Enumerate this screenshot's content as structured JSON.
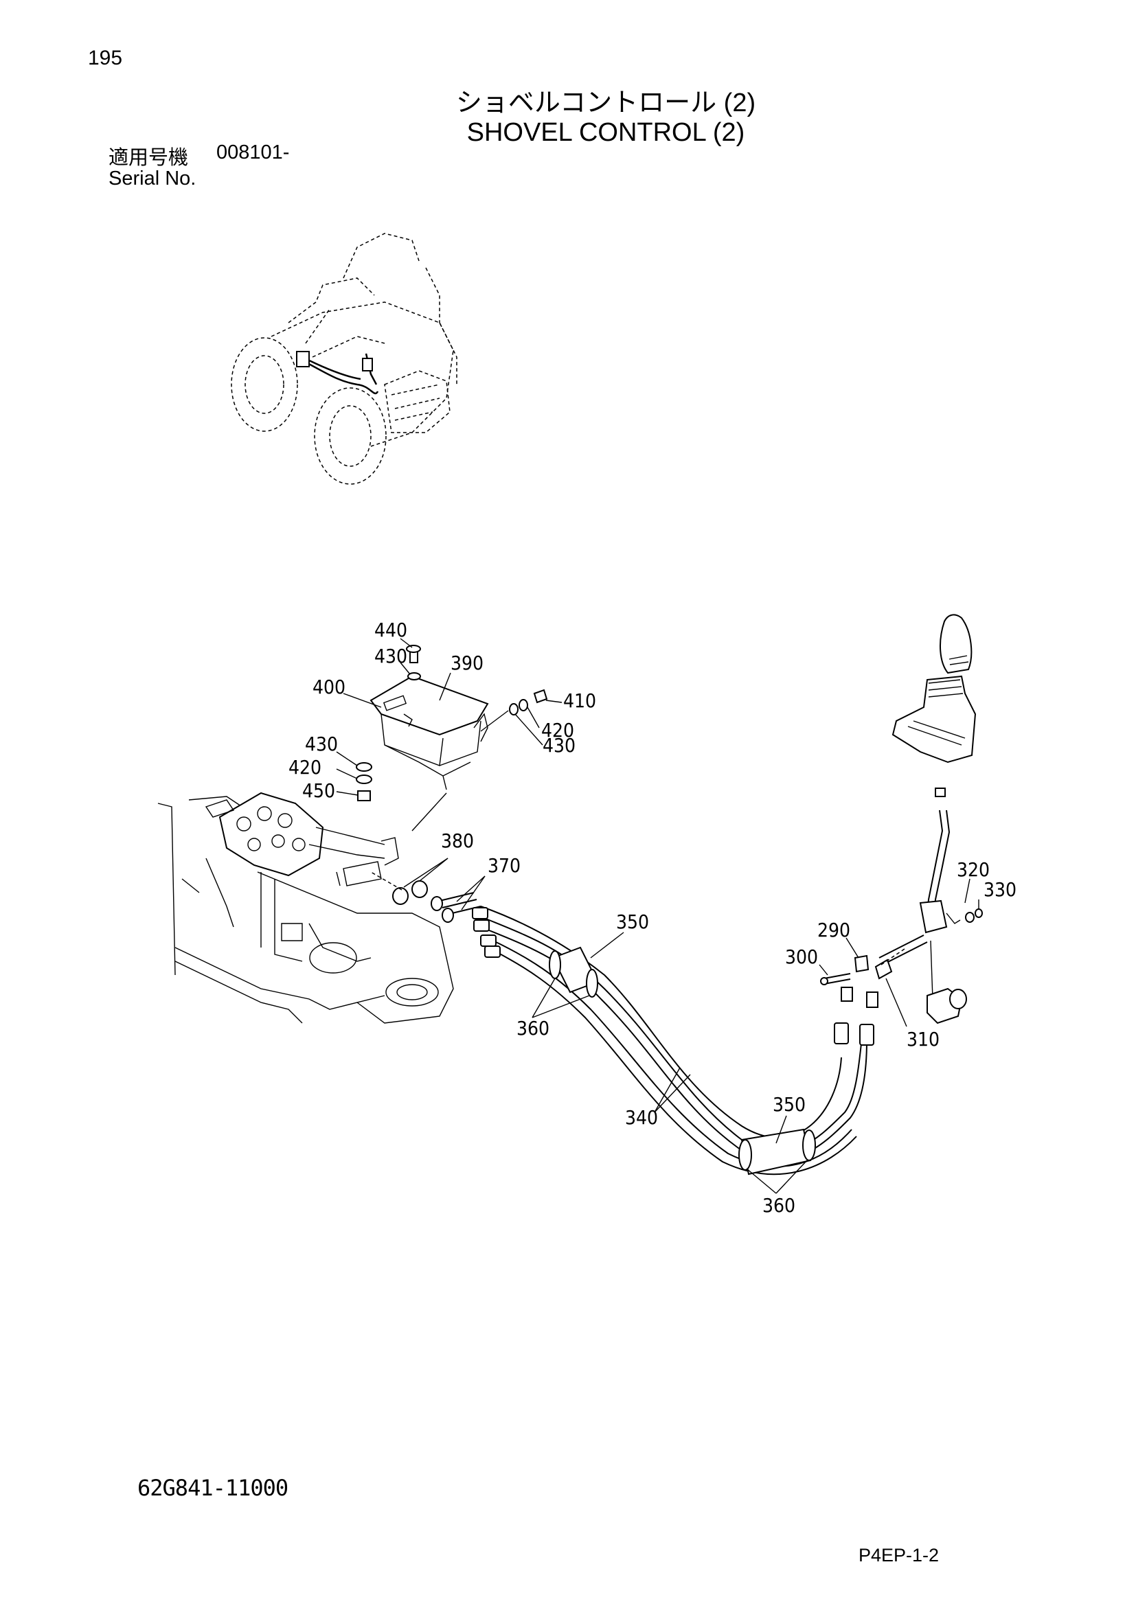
{
  "header": {
    "page_number": "195",
    "title_jp": "ショベルコントロール (2)",
    "title_en": "SHOVEL CONTROL (2)",
    "serial_label_jp": "適用号機",
    "serial_value": "008101-",
    "serial_label_en": "Serial No."
  },
  "callouts": {
    "c440": "440",
    "c430a": "430",
    "c390": "390",
    "c400": "400",
    "c410": "410",
    "c420a": "420",
    "c430b": "430",
    "c430c": "430",
    "c420b": "420",
    "c450": "450",
    "c380": "380",
    "c370": "370",
    "c350a": "350",
    "c360a": "360",
    "c340": "340",
    "c350b": "350",
    "c360b": "360",
    "c320": "320",
    "c330": "330",
    "c290": "290",
    "c300": "300",
    "c310": "310"
  },
  "footer": {
    "part_code": "62G841-11000",
    "page_code": "P4EP-1-2"
  }
}
